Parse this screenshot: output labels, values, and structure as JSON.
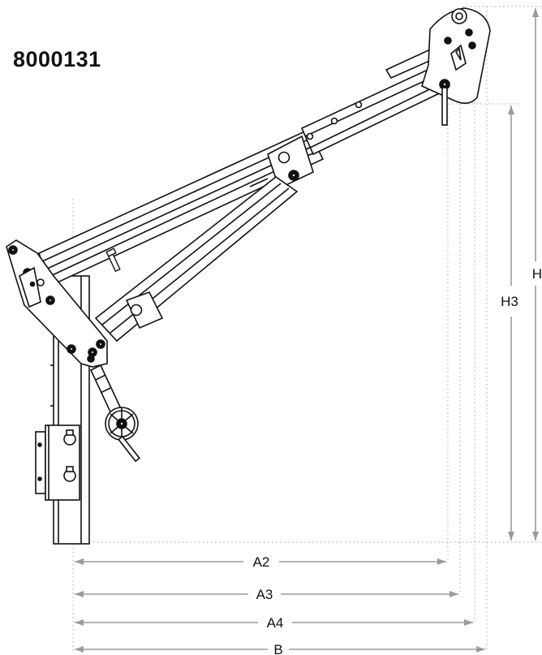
{
  "product": {
    "code": "8000131"
  },
  "dimensions": {
    "a2": "A2",
    "a3": "A3",
    "a4": "A4",
    "b": "B",
    "h3": "H3",
    "h": "H"
  },
  "colors": {
    "line": "#111111",
    "dimension": "#9a9a9a",
    "dotted": "#b5b5b5"
  }
}
